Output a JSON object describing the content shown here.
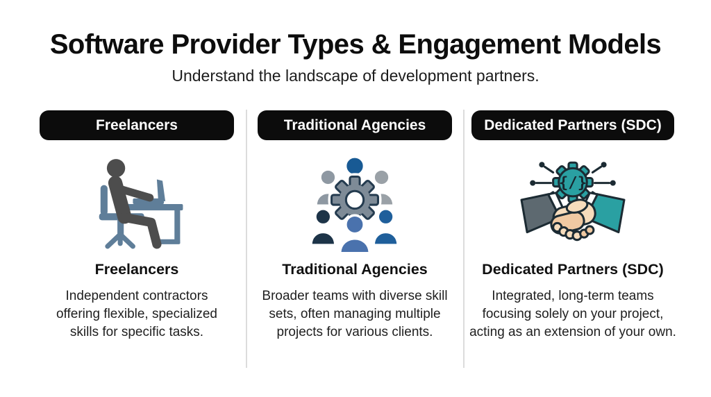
{
  "page": {
    "title": "Software Provider Types & Engagement Models",
    "subtitle": "Understand the landscape of development partners."
  },
  "columns": [
    {
      "header": "Freelancers",
      "icon": "freelancer-at-desk-icon",
      "heading": "Freelancers",
      "description": "Independent contractors offering flexible, specialized skills for specific tasks."
    },
    {
      "header": "Traditional Agencies",
      "icon": "team-around-gear-icon",
      "heading": "Traditional Agencies",
      "description": "Broader teams with diverse skill sets, often managing multiple projects for various clients."
    },
    {
      "header": "Dedicated Partners (SDC)",
      "icon": "handshake-code-gear-icon",
      "heading": "Dedicated Partners (SDC)",
      "description": "Integrated, long-term teams focusing solely on your project, acting as an extension of your own."
    }
  ],
  "colors": {
    "pill_background": "#0c0c0c",
    "pill_text": "#ffffff",
    "divider": "#dcdcdc",
    "body_text": "#202020",
    "person_dark_gray": "#4d4d4d",
    "furniture_slate_blue": "#5f7e99",
    "gear_gray": "#7e8b97",
    "gear_outline_navy": "#243b4f",
    "team_blue": "#1e62a1",
    "team_gray": "#8e98a2",
    "team_navy": "#1d3448",
    "team_slate_blue": "#4a72ad",
    "accent_teal": "#2aa0a2",
    "hand_light_tan": "#f6dcbc",
    "hand_dark_tan": "#f0c9a2",
    "sleeve_gray": "#5d6970",
    "ink_outline": "#1c2b33"
  }
}
